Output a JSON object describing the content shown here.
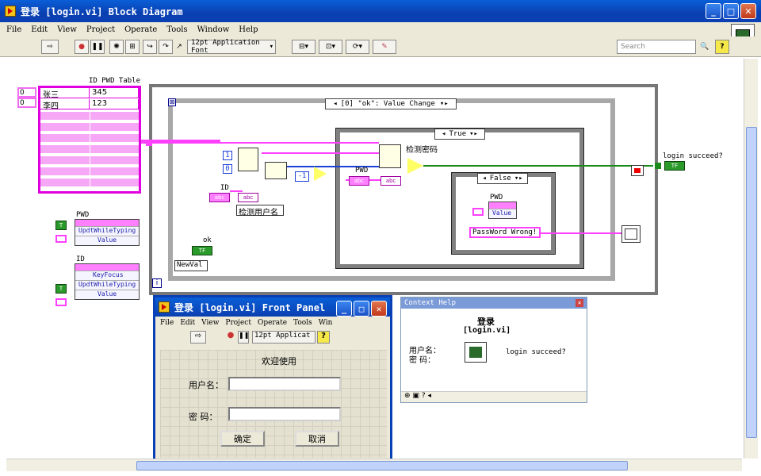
{
  "window": {
    "title": "登录 [login.vi] Block Diagram",
    "buttons": [
      "_",
      "□",
      "✕"
    ]
  },
  "menu": [
    "File",
    "Edit",
    "View",
    "Project",
    "Operate",
    "Tools",
    "Window",
    "Help"
  ],
  "toolbar": {
    "font": "12pt Application Font",
    "search_placeholder": "Search"
  },
  "diagram": {
    "table_label": "ID PWD Table",
    "table_index": [
      "0",
      "0"
    ],
    "table_rows": [
      [
        "张三",
        "345"
      ],
      [
        "李四",
        "123"
      ]
    ],
    "pwd_label": "PWD",
    "pwd_props": [
      "UpdtWhileTyping",
      "Value"
    ],
    "id_label": "ID",
    "id_props": [
      "KeyFocus",
      "UpdtWhileTyping",
      "Value"
    ],
    "event_selector": "[0] \"ok\": Value Change",
    "num1": "1",
    "num0": "0",
    "minus1": "-1",
    "id_ctl": "ID",
    "check_user": "检测用户名",
    "check_pwd": "检测密码",
    "true_case": "True",
    "false_case": "False",
    "pwd_inner": "PWD",
    "pwd_inner2": "PWD",
    "pwd_value": "Value",
    "wrong_msg": "PassWord Wrong!",
    "ok_label": "ok",
    "newval": "NewVal",
    "login_label": "login succeed?",
    "tf": "TF",
    "abc": "abc"
  },
  "front_panel": {
    "title": "登录 [login.vi] Front Panel",
    "menu": [
      "File",
      "Edit",
      "View",
      "Project",
      "Operate",
      "Tools",
      "Win"
    ],
    "font": "12pt Applicat",
    "welcome": "欢迎使用",
    "username_label": "用户名：",
    "password_label": "密 码：",
    "ok_button": "确定",
    "cancel_button": "取消"
  },
  "context_help": {
    "title": "Context Help",
    "vi_name": "登录",
    "vi_file": "[login.vi]",
    "in1": "用户名：",
    "in2": "密  码：",
    "out": "login succeed?"
  }
}
